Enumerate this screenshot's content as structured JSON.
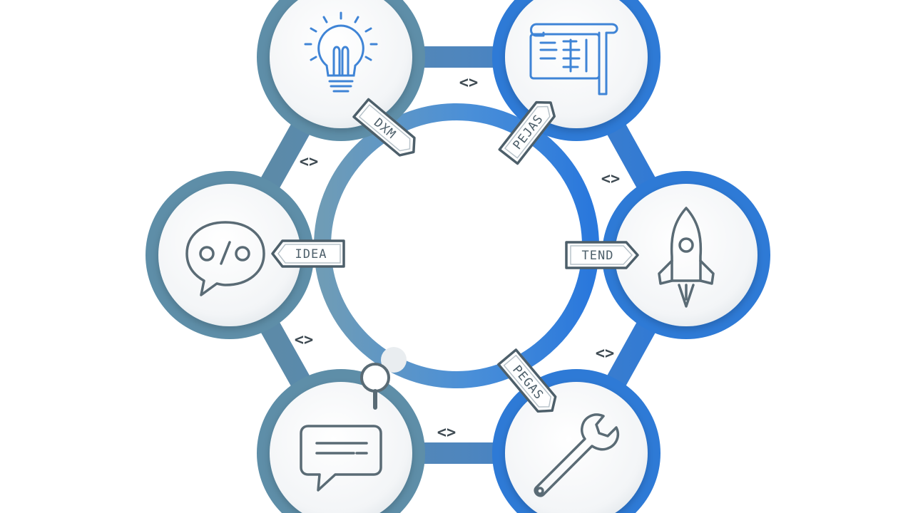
{
  "diagram": {
    "labels": {
      "top_left": "DXM",
      "top_right": "PEJAS",
      "left": "IDEA",
      "right": "TEND",
      "bottom_right": "PEGAS"
    },
    "connector_symbol": "<>",
    "nodes": [
      {
        "name": "lightbulb-icon",
        "position": "top-left"
      },
      {
        "name": "blueprint-scroll-icon",
        "position": "top-right"
      },
      {
        "name": "speech-bubble-oo-icon",
        "position": "left"
      },
      {
        "name": "rocket-icon",
        "position": "right"
      },
      {
        "name": "chat-bubble-icon",
        "position": "bottom-left"
      },
      {
        "name": "wrench-icon",
        "position": "bottom-right"
      }
    ],
    "colors": {
      "steel": "#5e8ea8",
      "blue": "#2e7ad6",
      "icon_blue": "#3f84d6",
      "icon_gray": "#5a6b75"
    }
  }
}
